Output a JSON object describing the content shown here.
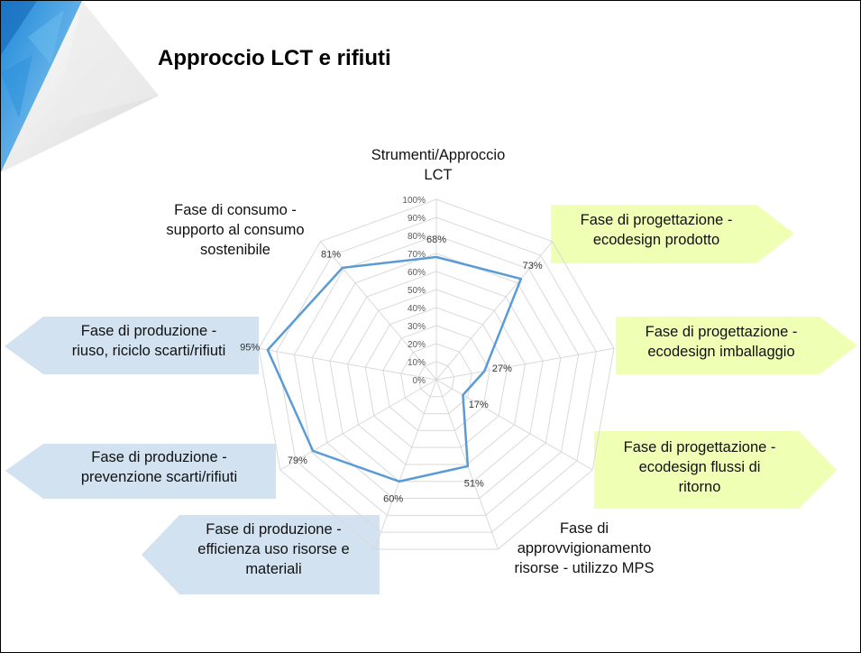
{
  "slide": {
    "title": "Approccio LCT e rifiuti"
  },
  "colors": {
    "green_shape": "#efffb4",
    "blue_shape": "#d2e2f0",
    "series_line": "#5b9bd5",
    "grid": "#d9d9d9"
  },
  "chart_data": {
    "type": "radar",
    "categories": [
      "Strumenti/Approccio LCT",
      "Fase di progettazione - ecodesign prodotto",
      "Fase di progettazione - ecodesign imballaggio",
      "Fase di progettazione - ecodesign flussi di ritorno",
      "Fase di approvvigionamento risorse - utilizzo MPS",
      "Fase di produzione - efficienza uso risorse e materiali",
      "Fase di produzione - prevenzione scarti/rifiuti",
      "Fase di produzione - riuso, riciclo scarti/rifiuti",
      "Fase di consumo - supporto al consumo sostenibile"
    ],
    "values": [
      68,
      73,
      27,
      17,
      51,
      60,
      79,
      95,
      81
    ],
    "value_labels": [
      "68%",
      "73%",
      "27%",
      "17%",
      "51%",
      "60%",
      "79%",
      "95%",
      "81%"
    ],
    "range": [
      0,
      100
    ],
    "ticks": [
      "0%",
      "10%",
      "20%",
      "30%",
      "40%",
      "50%",
      "60%",
      "70%",
      "80%",
      "90%",
      "100%"
    ],
    "label_lines": {
      "lct": [
        "Strumenti/Approccio",
        "LCT"
      ],
      "ecodesign_prodotto": [
        "Fase di progettazione -",
        "ecodesign prodotto"
      ],
      "ecodesign_imballaggio": [
        "Fase di progettazione -",
        "ecodesign imballaggio"
      ],
      "ecodesign_flussi": [
        "Fase di progettazione -",
        "ecodesign flussi di",
        "ritorno"
      ],
      "approvvigionamento": [
        "Fase di",
        "approvvigionamento",
        "risorse - utilizzo MPS"
      ],
      "efficienza": [
        "Fase di produzione -",
        "efficienza uso risorse e",
        "materiali"
      ],
      "prevenzione": [
        "Fase di produzione -",
        "prevenzione scarti/rifiuti"
      ],
      "riuso": [
        "Fase di produzione -",
        "riuso, riciclo scarti/rifiuti"
      ],
      "consumo": [
        "Fase di consumo -",
        "supporto al consumo",
        "sostenibile"
      ]
    }
  }
}
